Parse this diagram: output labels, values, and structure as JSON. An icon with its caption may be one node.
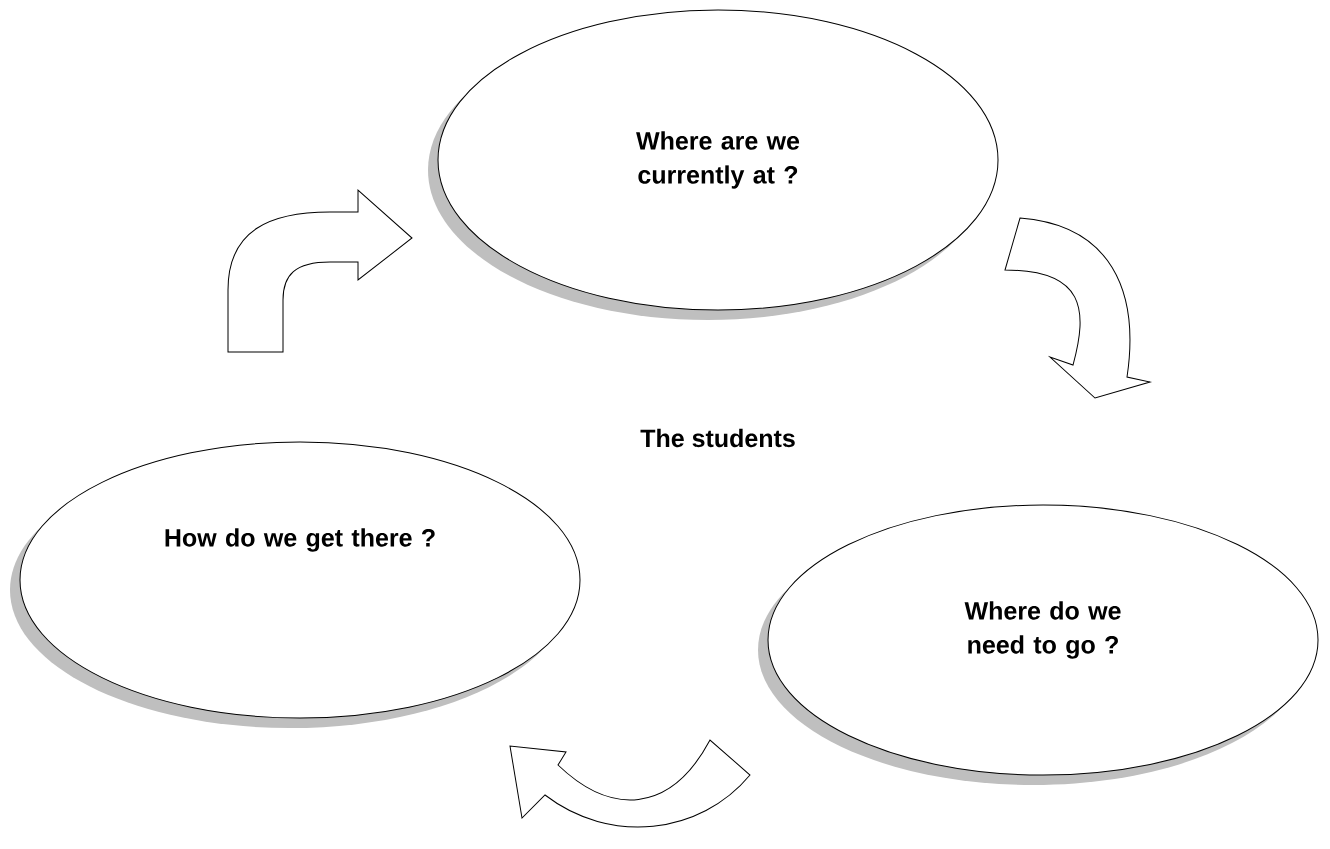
{
  "diagram": {
    "nodes": [
      {
        "text": [
          "Where are we currently at ?"
        ]
      },
      {
        "text": [
          "Where do we need to go ?"
        ]
      },
      {
        "text": [
          "How do we get there ?"
        ]
      }
    ],
    "edges": [
      {
        "from": 0,
        "to": 1,
        "arrow": "to"
      },
      {
        "from": 1,
        "to": 2,
        "arrow": "to"
      },
      {
        "from": 2,
        "to": 0,
        "arrow": "to"
      }
    ],
    "labels": [
      "The students"
    ]
  }
}
